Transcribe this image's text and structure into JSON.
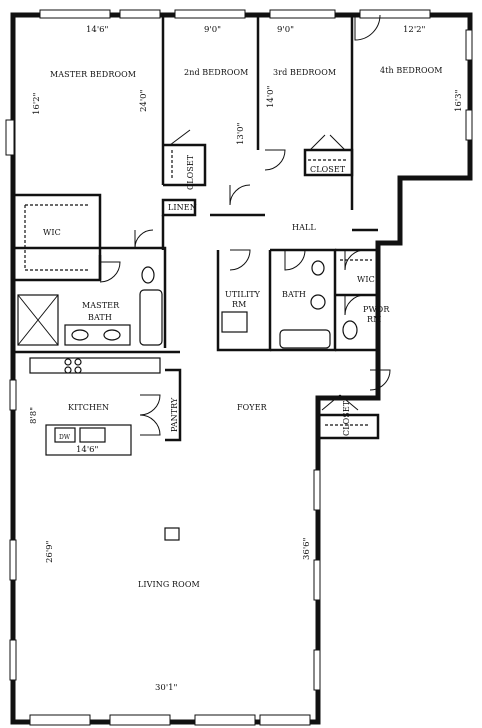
{
  "rooms": {
    "master_bedroom": "MASTER BEDROOM",
    "second_bedroom": "2nd BEDROOM",
    "third_bedroom": "3rd BEDROOM",
    "fourth_bedroom": "4th BEDROOM",
    "wic_master": "WIC",
    "hall": "HALL",
    "linen": "LINEN",
    "closet_2nd": "CLOSET",
    "closet_3rd": "CLOSET",
    "master_bath_line1": "MASTER",
    "master_bath_line2": "BATH",
    "utility_line1": "UTILITY",
    "utility_line2": "RM",
    "bath": "BATH",
    "wic_hall": "WIC",
    "powder_line1": "PWDR",
    "powder_line2": "RM",
    "kitchen": "KITCHEN",
    "pantry": "PANTRY",
    "foyer": "FOYER",
    "closet_foyer": "CLOSET",
    "living_room": "LIVING ROOM",
    "dw": "DW"
  },
  "dimensions": {
    "master_width": "14'6\"",
    "master_height_left": "16'2\"",
    "master_height_right": "24'0\"",
    "second_width": "9'0\"",
    "second_height": "13'0\"",
    "third_width": "9'0\"",
    "third_height": "14'0\"",
    "fourth_width": "12'2\"",
    "fourth_height": "16'3\"",
    "kitchen_height": "8'8\"",
    "kitchen_width": "14'6\"",
    "living_height_left": "26'9\"",
    "living_height_right": "36'6\"",
    "living_width": "30'1\""
  }
}
